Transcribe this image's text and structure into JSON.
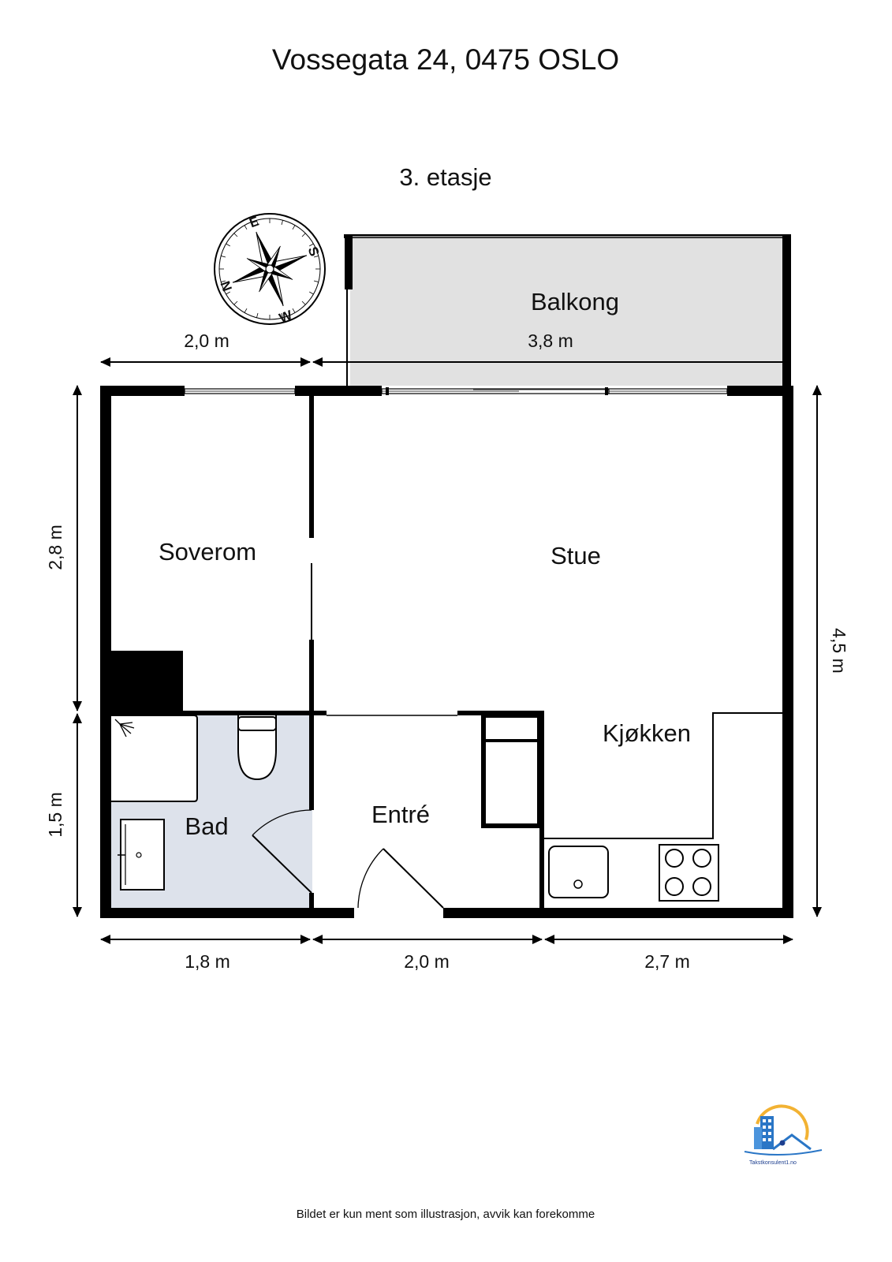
{
  "title": "Vossegata 24, 0475 OSLO",
  "floor": "3. etasje",
  "rooms": {
    "balkong": "Balkong",
    "soverom": "Soverom",
    "stue": "Stue",
    "kjokken": "Kjøkken",
    "bad": "Bad",
    "entre": "Entré"
  },
  "dimensions": {
    "top_left": "2,0 m",
    "top_balcony": "3,8 m",
    "left_upper": "2,8 m",
    "left_lower": "1,5 m",
    "right": "4,5 m",
    "bottom_left": "1,8 m",
    "bottom_middle": "2,0 m",
    "bottom_right": "2,7 m"
  },
  "compass": {
    "north": "N",
    "east": "E",
    "south": "S",
    "west": "W"
  },
  "logo": {
    "text": "Takstkonsulent1.no",
    "icon": "building-sun-house-logo"
  },
  "disclaimer": "Bildet er kun ment som illustrasjon, avvik kan forekomme",
  "colors": {
    "wall": "#000000",
    "balcony_fill": "#e1e1e1",
    "bathroom_fill": "#dde2eb",
    "logo_blue": "#2a76c6",
    "logo_sun": "#f2b233"
  }
}
